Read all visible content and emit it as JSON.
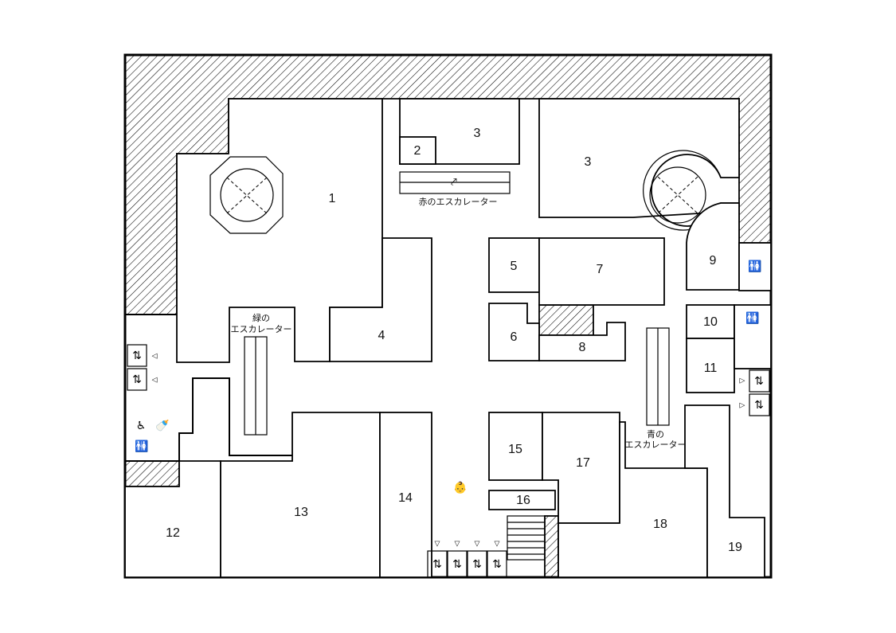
{
  "rooms": {
    "r1": "1",
    "r2": "2",
    "r3a": "3",
    "r3b": "3",
    "r4": "4",
    "r5": "5",
    "r6": "6",
    "r7": "7",
    "r8": "8",
    "r9": "9",
    "r10": "10",
    "r11": "11",
    "r12": "12",
    "r13": "13",
    "r14": "14",
    "r15": "15",
    "r16": "16",
    "r17": "17",
    "r18": "18",
    "r19": "19"
  },
  "escalators": {
    "red": "赤のエスカレーター",
    "green_line1": "緑の",
    "green_line2": "エスカレーター",
    "blue_line1": "青の",
    "blue_line2": "エスカレーター"
  },
  "icons": {
    "elevator": "elevator-icon",
    "restroom": "restroom-icon",
    "family_restroom": "family-restroom-icon",
    "wheelchair": "wheelchair-icon",
    "nursing": "nursing-room-icon",
    "baby_care": "baby-care-icon",
    "escalator": "escalator-icon"
  }
}
